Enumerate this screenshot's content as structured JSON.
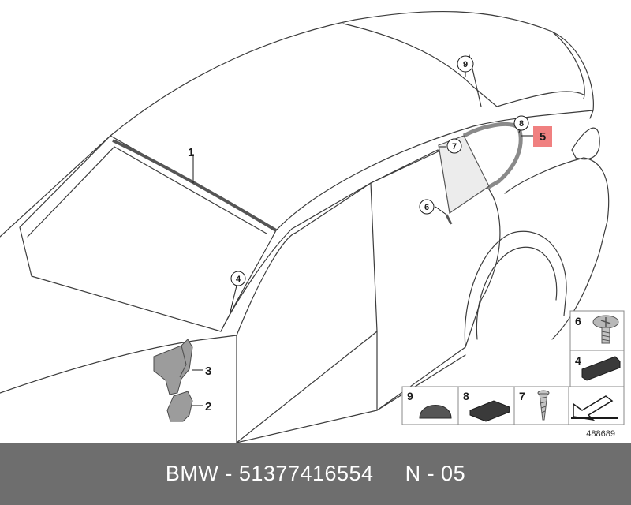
{
  "callouts": {
    "c1": "1",
    "c2": "2",
    "c3": "3",
    "c4": "4",
    "c5": "5",
    "c6": "6",
    "c7": "7",
    "c8": "8",
    "c9": "9"
  },
  "legend": {
    "l6": "6",
    "l4": "4",
    "l9": "9",
    "l8": "8",
    "l7": "7"
  },
  "reference_number": "488689",
  "footer_text": "BMW - 51377416554     N - 05",
  "colors": {
    "highlight": "#f08080",
    "footer_bg": "#6e6e6e",
    "outline": "#3c3c3c"
  }
}
